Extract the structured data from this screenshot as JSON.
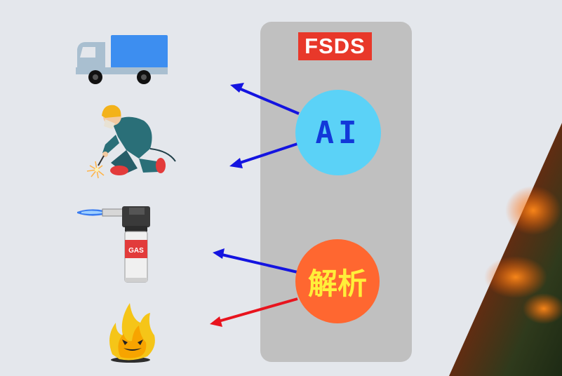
{
  "panel": {
    "badge_label": "FSDS"
  },
  "nodes": [
    {
      "label": "AI",
      "color": "#5bd2f7",
      "text_color": "#1238d9"
    },
    {
      "label": "解析",
      "color": "#ff6730",
      "text_color": "#ffef3a"
    }
  ],
  "icons": [
    "truck-icon",
    "welder-icon",
    "gas-torch-icon",
    "fire-icon"
  ],
  "gas_can_label": "GAS",
  "arrow_colors": {
    "blue": "#1414e0",
    "red": "#e8141e"
  }
}
